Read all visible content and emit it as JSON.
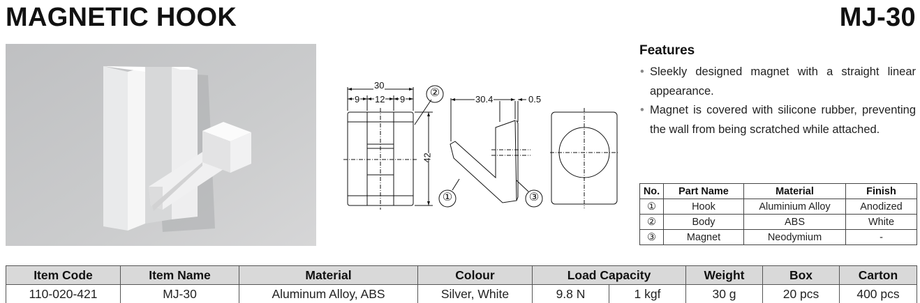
{
  "title": "MAGNETIC HOOK",
  "model": "MJ-30",
  "features": {
    "heading": "Features",
    "items": [
      "Sleekly designed magnet with a straight linear appearance.",
      "Magnet is covered with silicone rubber, preventing the wall from being scratched while attached."
    ]
  },
  "drawing": {
    "dims": {
      "width_total": "30",
      "seg_left": "9",
      "seg_mid": "12",
      "seg_right": "9",
      "height": "42",
      "depth": "30.4",
      "gap": "0.5"
    },
    "callouts": [
      "①",
      "②",
      "③"
    ]
  },
  "parts_table": {
    "headers": [
      "No.",
      "Part Name",
      "Material",
      "Finish"
    ],
    "rows": [
      [
        "①",
        "Hook",
        "Aluminium Alloy",
        "Anodized"
      ],
      [
        "②",
        "Body",
        "ABS",
        "White"
      ],
      [
        "③",
        "Magnet",
        "Neodymium",
        "-"
      ]
    ]
  },
  "spec_table": {
    "headers": [
      "Item Code",
      "Item Name",
      "Material",
      "Colour",
      "Load Capacity",
      "Weight",
      "Box",
      "Carton"
    ],
    "row": [
      "110-020-421",
      "MJ-30",
      "Aluminum Alloy, ABS",
      "Silver, White",
      "9.8 N",
      "1 kgf",
      "30 g",
      "20 pcs",
      "400 pcs"
    ]
  },
  "colors": {
    "photo_bg": "#c8c9cb",
    "header_bg": "#d9d9d9",
    "line": "#111111"
  }
}
